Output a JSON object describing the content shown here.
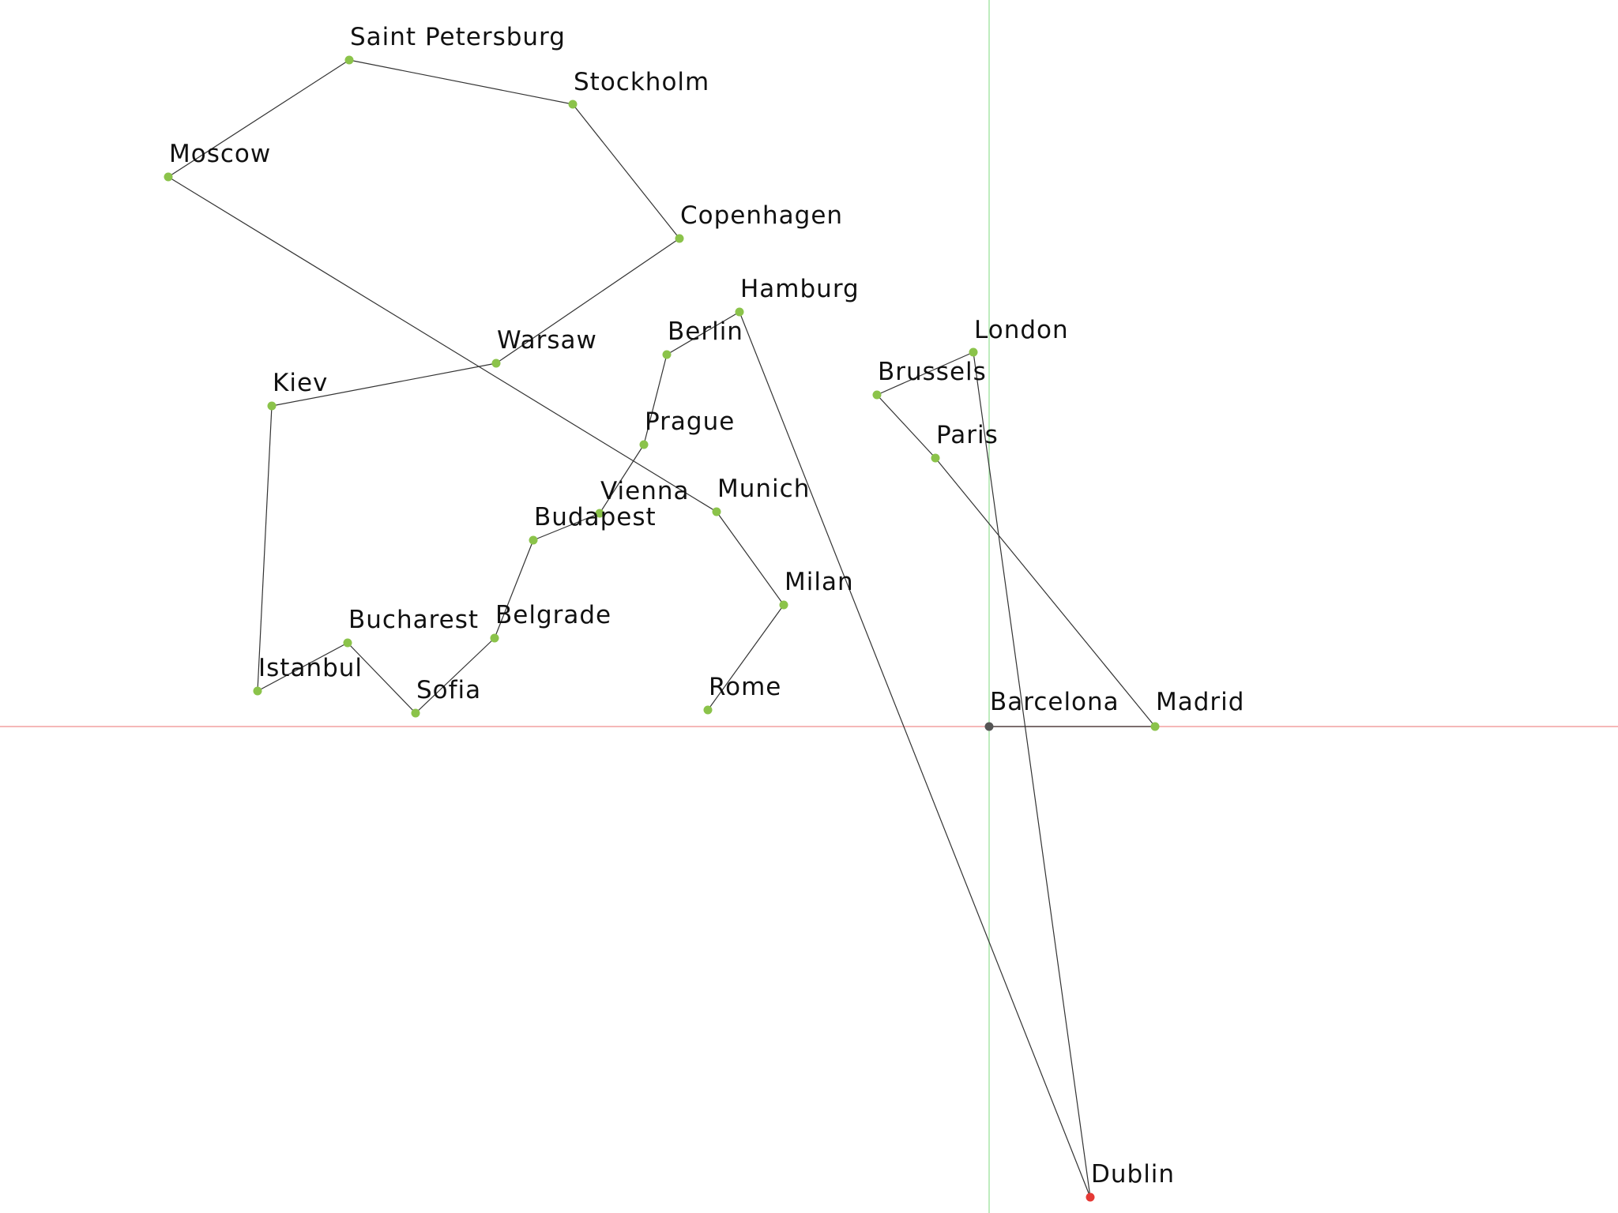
{
  "colors": {
    "background": "#ffffff",
    "route": "#333333",
    "city_point": "#8bc34a",
    "origin_point": "#555555",
    "end_point": "#e53935",
    "axis_horizontal": "#f2a0a0",
    "axis_vertical": "#a8e6a8",
    "label": "#111111"
  },
  "tour": [
    "Barcelona",
    "Madrid",
    "Paris",
    "Brussels",
    "London",
    "Dublin",
    "Hamburg",
    "Berlin",
    "Prague",
    "Vienna",
    "Budapest",
    "Belgrade",
    "Sofia",
    "Bucharest",
    "Istanbul",
    "Kiev",
    "Warsaw",
    "Copenhagen",
    "Stockholm",
    "Saint Petersburg",
    "Moscow",
    "Munich",
    "Milan",
    "Rome"
  ],
  "cities": [
    {
      "name": "Barcelona",
      "role": "origin"
    },
    {
      "name": "Madrid",
      "role": "city"
    },
    {
      "name": "Paris",
      "role": "city"
    },
    {
      "name": "Brussels",
      "role": "city"
    },
    {
      "name": "London",
      "role": "city"
    },
    {
      "name": "Dublin",
      "role": "end"
    },
    {
      "name": "Hamburg",
      "role": "city"
    },
    {
      "name": "Berlin",
      "role": "city"
    },
    {
      "name": "Prague",
      "role": "city"
    },
    {
      "name": "Vienna",
      "role": "city"
    },
    {
      "name": "Budapest",
      "role": "city"
    },
    {
      "name": "Belgrade",
      "role": "city"
    },
    {
      "name": "Sofia",
      "role": "city"
    },
    {
      "name": "Bucharest",
      "role": "city"
    },
    {
      "name": "Istanbul",
      "role": "city"
    },
    {
      "name": "Kiev",
      "role": "city"
    },
    {
      "name": "Warsaw",
      "role": "city"
    },
    {
      "name": "Copenhagen",
      "role": "city"
    },
    {
      "name": "Stockholm",
      "role": "city"
    },
    {
      "name": "Saint Petersburg",
      "role": "city"
    },
    {
      "name": "Moscow",
      "role": "city"
    },
    {
      "name": "Munich",
      "role": "city"
    },
    {
      "name": "Milan",
      "role": "city"
    },
    {
      "name": "Rome",
      "role": "city"
    }
  ]
}
